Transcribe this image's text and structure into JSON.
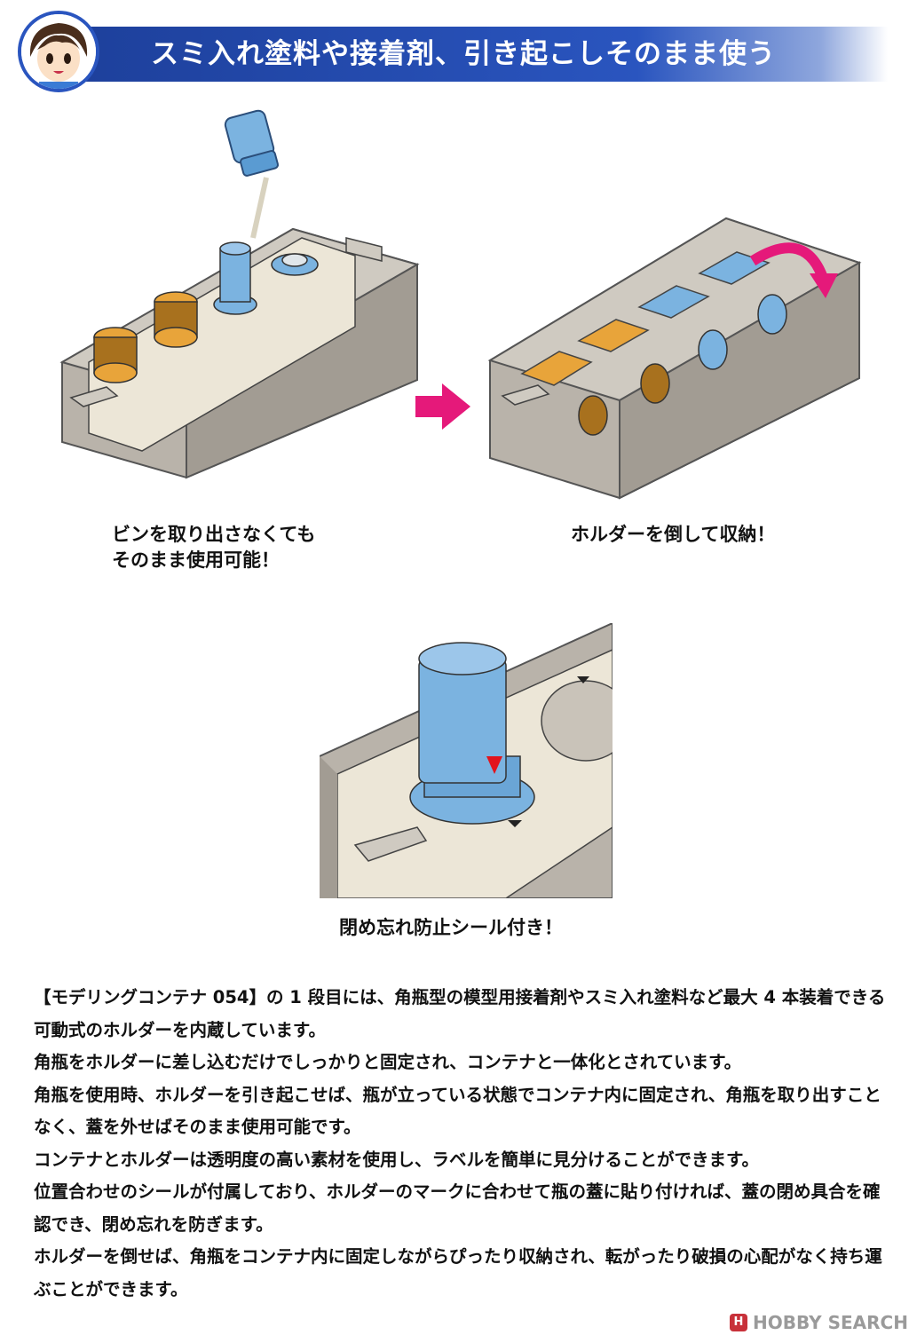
{
  "header": {
    "title": "スミ入れ塗料や接着剤、引き起こしそのまま使う"
  },
  "captions": {
    "left": [
      "ビンを取り出さなくても",
      "そのまま使用可能！"
    ],
    "right": "ホルダーを倒して収納！",
    "bottom": "閉め忘れ防止シール付き！"
  },
  "body": {
    "paragraphs": [
      "【モデリングコンテナ 054】の 1 段目には、角瓶型の模型用接着剤やスミ入れ塗料など最大 4 本装着できる可動式のホルダーを内蔵しています。",
      "角瓶をホルダーに差し込むだけでしっかりと固定され、コンテナと一体化とされています。",
      "角瓶を使用時、ホルダーを引き起こせば、瓶が立っている状態でコンテナ内に固定され、角瓶を取り出すことなく、蓋を外せばそのまま使用可能です。",
      "コンテナとホルダーは透明度の高い素材を使用し、ラベルを簡単に見分けることができます。",
      "位置合わせのシールが付属しており、ホルダーのマークに合わせて瓶の蓋に貼り付ければ、蓋の閉め具合を確認でき、閉め忘れを防ぎます。",
      "ホルダーを倒せば、角瓶をコンテナ内に固定しながらぴったり収納され、転がったり破損の心配がなく持ち運ぶことができます。"
    ]
  },
  "watermark": {
    "text": "HOBBY SEARCH"
  },
  "colors": {
    "header_blue": "#1d3f9a",
    "arrow_pink": "#e5197a",
    "bottle_blue": "#7bb3e0",
    "bottle_orange": "#e8a43a",
    "container_gray": "#a9a39a"
  }
}
